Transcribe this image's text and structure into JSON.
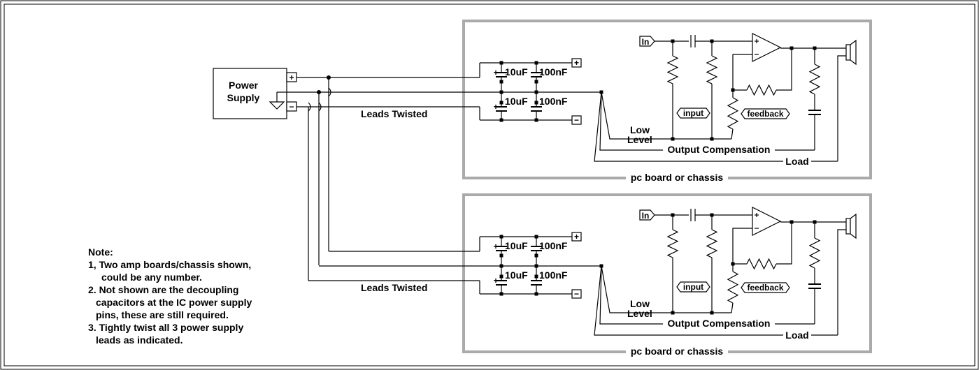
{
  "power_supply": {
    "label_line1": "Power",
    "label_line2": "Supply",
    "plus": "+",
    "minus": "−"
  },
  "boards": [
    {
      "cap1": "10uF",
      "cap2": "100nF",
      "cap3": "10uF",
      "cap4": "100nF",
      "plus": "+",
      "minus": "−",
      "plus_mark": "+",
      "in_tag": "In",
      "input_tag": "input",
      "feedback_tag": "feedback",
      "low_level_1": "Low",
      "low_level_2": "Level",
      "output_comp": "Output Compensation",
      "load": "Load",
      "board_label": "pc board or chassis",
      "leads_label": "Leads Twisted"
    },
    {
      "cap1": "10uF",
      "cap2": "100nF",
      "cap3": "10uF",
      "cap4": "100nF",
      "plus": "+",
      "minus": "−",
      "plus_mark": "+",
      "in_tag": "In",
      "input_tag": "input",
      "feedback_tag": "feedback",
      "low_level_1": "Low",
      "low_level_2": "Level",
      "output_comp": "Output Compensation",
      "load": "Load",
      "board_label": "pc board or chassis",
      "leads_label": "Leads Twisted"
    }
  ],
  "notes": [
    "Note:",
    "1, Two amp boards/chassis shown,",
    "could be any number.",
    "2. Not shown are the decoupling",
    "capacitors at the IC power supply",
    "pins, these are still required.",
    "3. Tightly twist all 3 power supply",
    "leads as indicated."
  ]
}
